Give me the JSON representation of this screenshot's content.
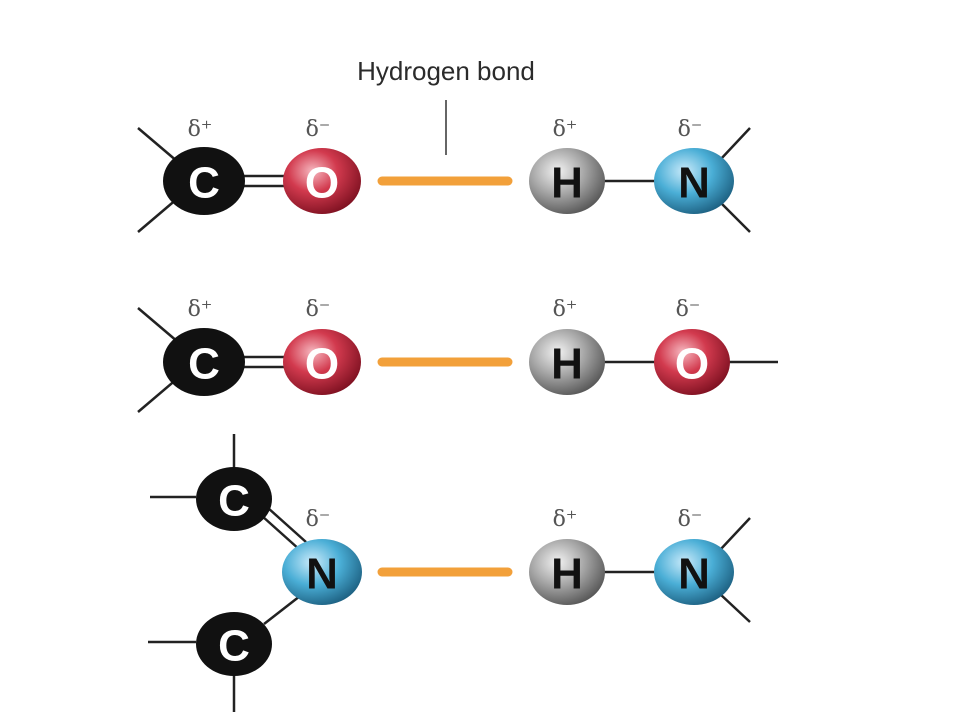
{
  "title": "Hydrogen bond",
  "colors": {
    "carbon": "#111111",
    "oxygen": "#c8283e",
    "hydrogen": "#9a9a9a",
    "nitrogen": "#3fa3cc",
    "hbond": "#f2a03a",
    "bond_line": "#222222"
  },
  "charges": {
    "positive": "δ⁺",
    "negative": "δ⁻"
  },
  "rows": [
    {
      "atoms": [
        {
          "symbol": "C",
          "element": "carbon",
          "charge": "δ⁺"
        },
        {
          "symbol": "O",
          "element": "oxygen",
          "charge": "δ⁻"
        },
        {
          "symbol": "H",
          "element": "hydrogen",
          "charge": "δ⁺"
        },
        {
          "symbol": "N",
          "element": "nitrogen",
          "charge": "δ⁻"
        }
      ]
    },
    {
      "atoms": [
        {
          "symbol": "C",
          "element": "carbon",
          "charge": "δ⁺"
        },
        {
          "symbol": "O",
          "element": "oxygen",
          "charge": "δ⁻"
        },
        {
          "symbol": "H",
          "element": "hydrogen",
          "charge": "δ⁺"
        },
        {
          "symbol": "O",
          "element": "oxygen",
          "charge": "δ⁻"
        }
      ]
    },
    {
      "atoms": [
        {
          "symbol": "C",
          "element": "carbon",
          "charge": ""
        },
        {
          "symbol": "C",
          "element": "carbon",
          "charge": ""
        },
        {
          "symbol": "N",
          "element": "nitrogen",
          "charge": "δ⁻"
        },
        {
          "symbol": "H",
          "element": "hydrogen",
          "charge": "δ⁺"
        },
        {
          "symbol": "N",
          "element": "nitrogen",
          "charge": "δ⁻"
        }
      ]
    }
  ]
}
